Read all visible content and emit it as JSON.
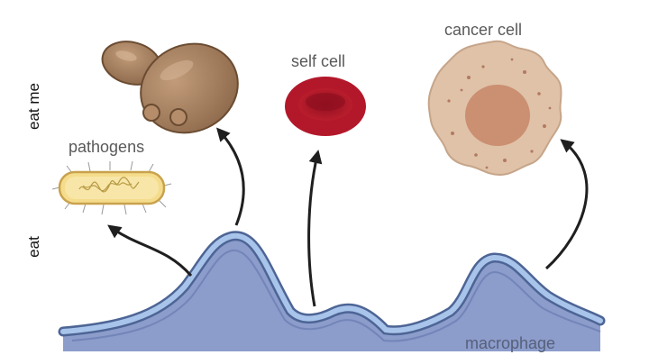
{
  "labels": {
    "eat_me": "eat me",
    "eat": "eat",
    "pathogens": "pathogens",
    "self_cell": "self cell",
    "cancer_cell": "cancer cell",
    "macrophage": "macrophage"
  },
  "colors": {
    "macrophage_fill": "#8c9ccb",
    "macrophage_membrane": "#a9c4ea",
    "macrophage_outline": "#4d6595",
    "fungus": "#a8805f",
    "red_blood_cell": "#b3182a",
    "cancer_cell": "#dfc2a8",
    "cancer_nucleus": "#c98a6c",
    "bacterium": "#f5dc8c",
    "arrow": "#1f1f1f",
    "label_text": "#5a5a5a"
  },
  "icons": [
    "fungus-icon",
    "bacterium-icon",
    "red-blood-cell-icon",
    "cancer-cell-icon",
    "arrow-icon"
  ]
}
